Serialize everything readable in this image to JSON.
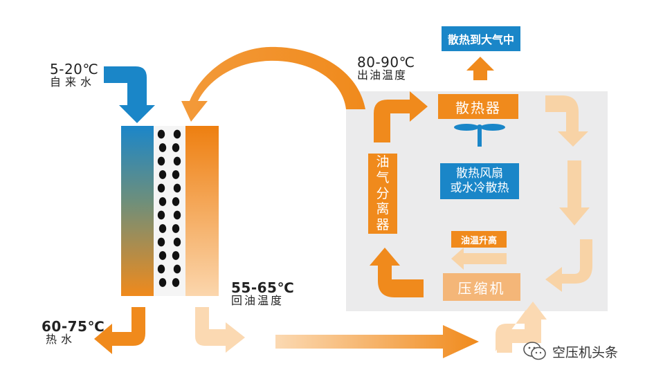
{
  "inlet": {
    "temp": "5-20℃",
    "name": "自来水"
  },
  "hot_water": {
    "temp": "60-75℃",
    "name": "热水"
  },
  "oil_out": {
    "temp": "80-90℃",
    "name": "出油温度"
  },
  "oil_return": {
    "temp": "55-65℃",
    "name": "回油温度"
  },
  "boxes": {
    "atmosphere": "散热到大气中",
    "radiator": "散热器",
    "fan_line1": "散热风扇",
    "fan_line2": "或水冷散热",
    "separator_chars": [
      "油",
      "气",
      "分",
      "离",
      "器"
    ],
    "compressor": "压缩机",
    "oil_rise": "油温升高"
  },
  "watermark": {
    "text": "空压机头条",
    "icon": "wechat-icon"
  },
  "colors": {
    "blue": "#1a86c8",
    "orange": "#f08a1c",
    "light_orange": "#f8d3a6",
    "panel_gray": "#ebebec"
  }
}
